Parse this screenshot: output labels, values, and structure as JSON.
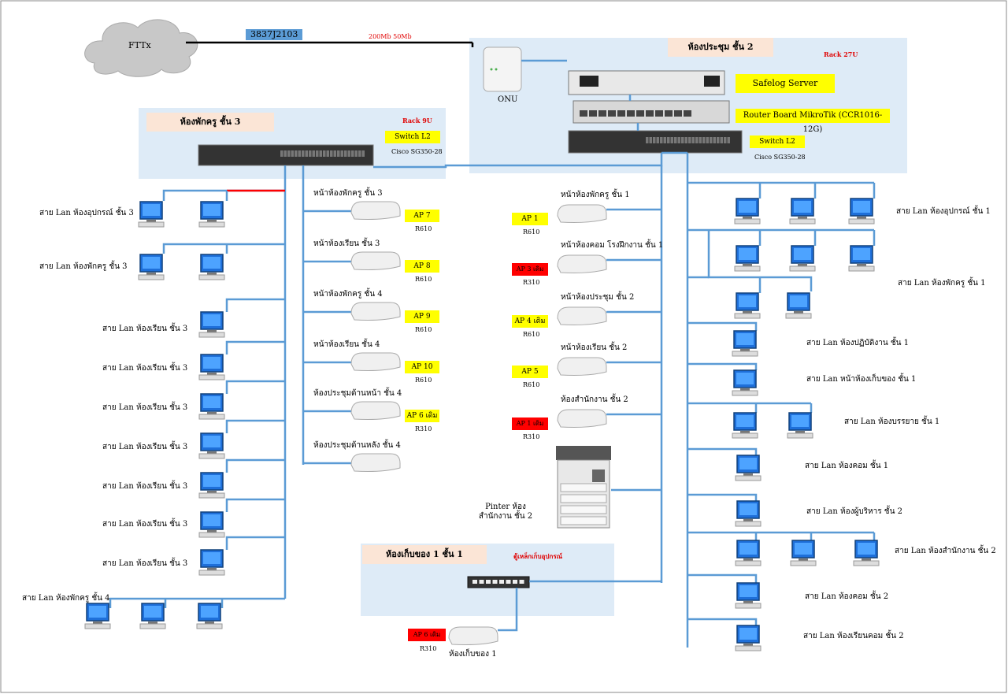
{
  "colors": {
    "line": "#5b9bd5",
    "zone": "#deebf7",
    "header": "#fbe5d6",
    "yellow": "#ffff00",
    "red": "#ff0000",
    "red_text": "#e00000"
  },
  "wan": {
    "cloud": "FTTx",
    "circuit_id": "3837J2103",
    "speed": "200Mb 50Mb",
    "onu": "ONU"
  },
  "rooms": {
    "meeting2": {
      "title": "ห้องประชุม ชั้น 2",
      "rack": "Rack 27U"
    },
    "teacher3": {
      "title": "ห้องพักครู ชั้น 3",
      "rack": "Rack 9U"
    },
    "storage1": {
      "title": "ห้องเก็บของ 1 ชั้น 1",
      "rack": "ตู้เหล็กเก็บอุปกรณ์"
    }
  },
  "devices": {
    "safelog": "Safelog Server",
    "router": "Router Board MikroTik (CCR1016-12G)",
    "core_switch_label": "Switch L2",
    "core_switch_model": "Cisco SG350-28",
    "sw3_label": "Switch L2",
    "sw3_model": "Cisco SG350-28",
    "printer": "Pinter ห้องสำนักงาน ชั้น 2"
  },
  "left_lans": [
    "สาย Lan ห้องอุปกรณ์ ชั้น 3",
    "สาย Lan ห้องพักครู ชั้น 3",
    "สาย Lan ห้องเรียน ชั้น 3",
    "สาย Lan ห้องเรียน ชั้น 3",
    "สาย Lan ห้องเรียน ชั้น 3",
    "สาย Lan ห้องเรียน ชั้น 3",
    "สาย Lan ห้องเรียน ชั้น 3",
    "สาย Lan ห้องเรียน ชั้น 3",
    "สาย Lan ห้องเรียน ชั้น 3",
    "สาย Lan ห้องพักครู ชั้น 4"
  ],
  "ap_left": [
    {
      "loc": "หน้าห้องพักครู ชั้น 3",
      "ap": "AP 7",
      "model": "R610",
      "kind": "yellow"
    },
    {
      "loc": "หน้าห้องเรียน ชั้น 3",
      "ap": "AP 8",
      "model": "R610",
      "kind": "yellow"
    },
    {
      "loc": "หน้าห้องพักครู ชั้น 4",
      "ap": "AP 9",
      "model": "R610",
      "kind": "yellow"
    },
    {
      "loc": "หน้าห้องเรียน ชั้น 4",
      "ap": "AP 10",
      "model": "R610",
      "kind": "yellow"
    },
    {
      "loc": "ห้องประชุมด้านหน้า ชั้น 4",
      "ap": "AP 6 เดิม",
      "model": "R310",
      "kind": "yellow"
    },
    {
      "loc": "ห้องประชุมด้านหลัง ชั้น 4",
      "ap": "",
      "model": "",
      "kind": "none"
    }
  ],
  "ap_mid": [
    {
      "loc": "หน้าห้องพักครู ชั้น 1",
      "ap": "AP 1",
      "model": "R610",
      "kind": "yellow"
    },
    {
      "loc": "หน้าห้องคอม โรงฝึกงาน ชั้น 1",
      "ap": "AP 3 เดิม",
      "model": "R310",
      "kind": "red"
    },
    {
      "loc": "หน้าห้องประชุม ชั้น 2",
      "ap": "AP 4 เดิม",
      "model": "R610",
      "kind": "yellow"
    },
    {
      "loc": "หน้าห้องเรียน ชั้น 2",
      "ap": "AP 5",
      "model": "R610",
      "kind": "yellow"
    },
    {
      "loc": "ห้องสำนักงาน ชั้น 2",
      "ap": "AP 1 เดิม",
      "model": "R310",
      "kind": "red"
    }
  ],
  "ap_storage": {
    "loc": "ห้องเก็บของ 1",
    "ap": "AP 6 เดิม",
    "model": "R310"
  },
  "right_lans": [
    "สาย Lan ห้องอุปกรณ์ ชั้น 1",
    "สาย Lan ห้องพักครู ชั้น 1",
    "สาย Lan ห้องปฏิบัติงาน ชั้น 1",
    "สาย Lan หน้าห้องเก็บของ ชั้น 1",
    "สาย Lan ห้องบรรยาย ชั้น 1",
    "สาย Lan ห้องคอม ชั้น 1",
    "สาย Lan ห้องผู้บริหาร ชั้น 2",
    "สาย Lan ห้องสำนักงาน ชั้น 2",
    "สาย Lan ห้องคอม ชั้น 2",
    "สาย Lan ห้องเรียนคอม ชั้น 2"
  ]
}
